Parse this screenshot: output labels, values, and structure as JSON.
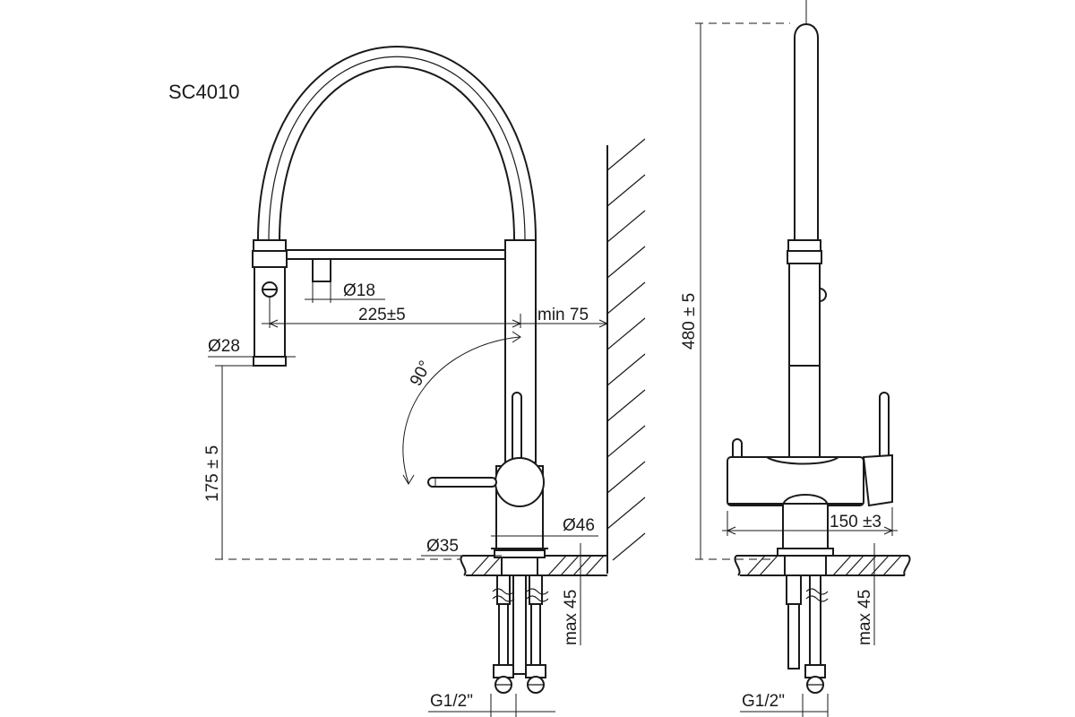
{
  "title": "SC4010",
  "dimensions": {
    "spray_head_diameter": "Ø28",
    "spout_height": "175 ± 5",
    "spray_outlet_diameter": "Ø18",
    "spout_reach": "225±5",
    "wall_clearance": "min 75",
    "swivel_angle": "90°",
    "body_diameter": "Ø46",
    "base_diameter": "Ø35",
    "deck_thickness_front": "max 45",
    "connection_front": "G1/2\"",
    "total_height": "480 ± 5",
    "width_side": "150 ±3",
    "deck_thickness_side": "max 45",
    "connection_side": "G1/2\""
  }
}
